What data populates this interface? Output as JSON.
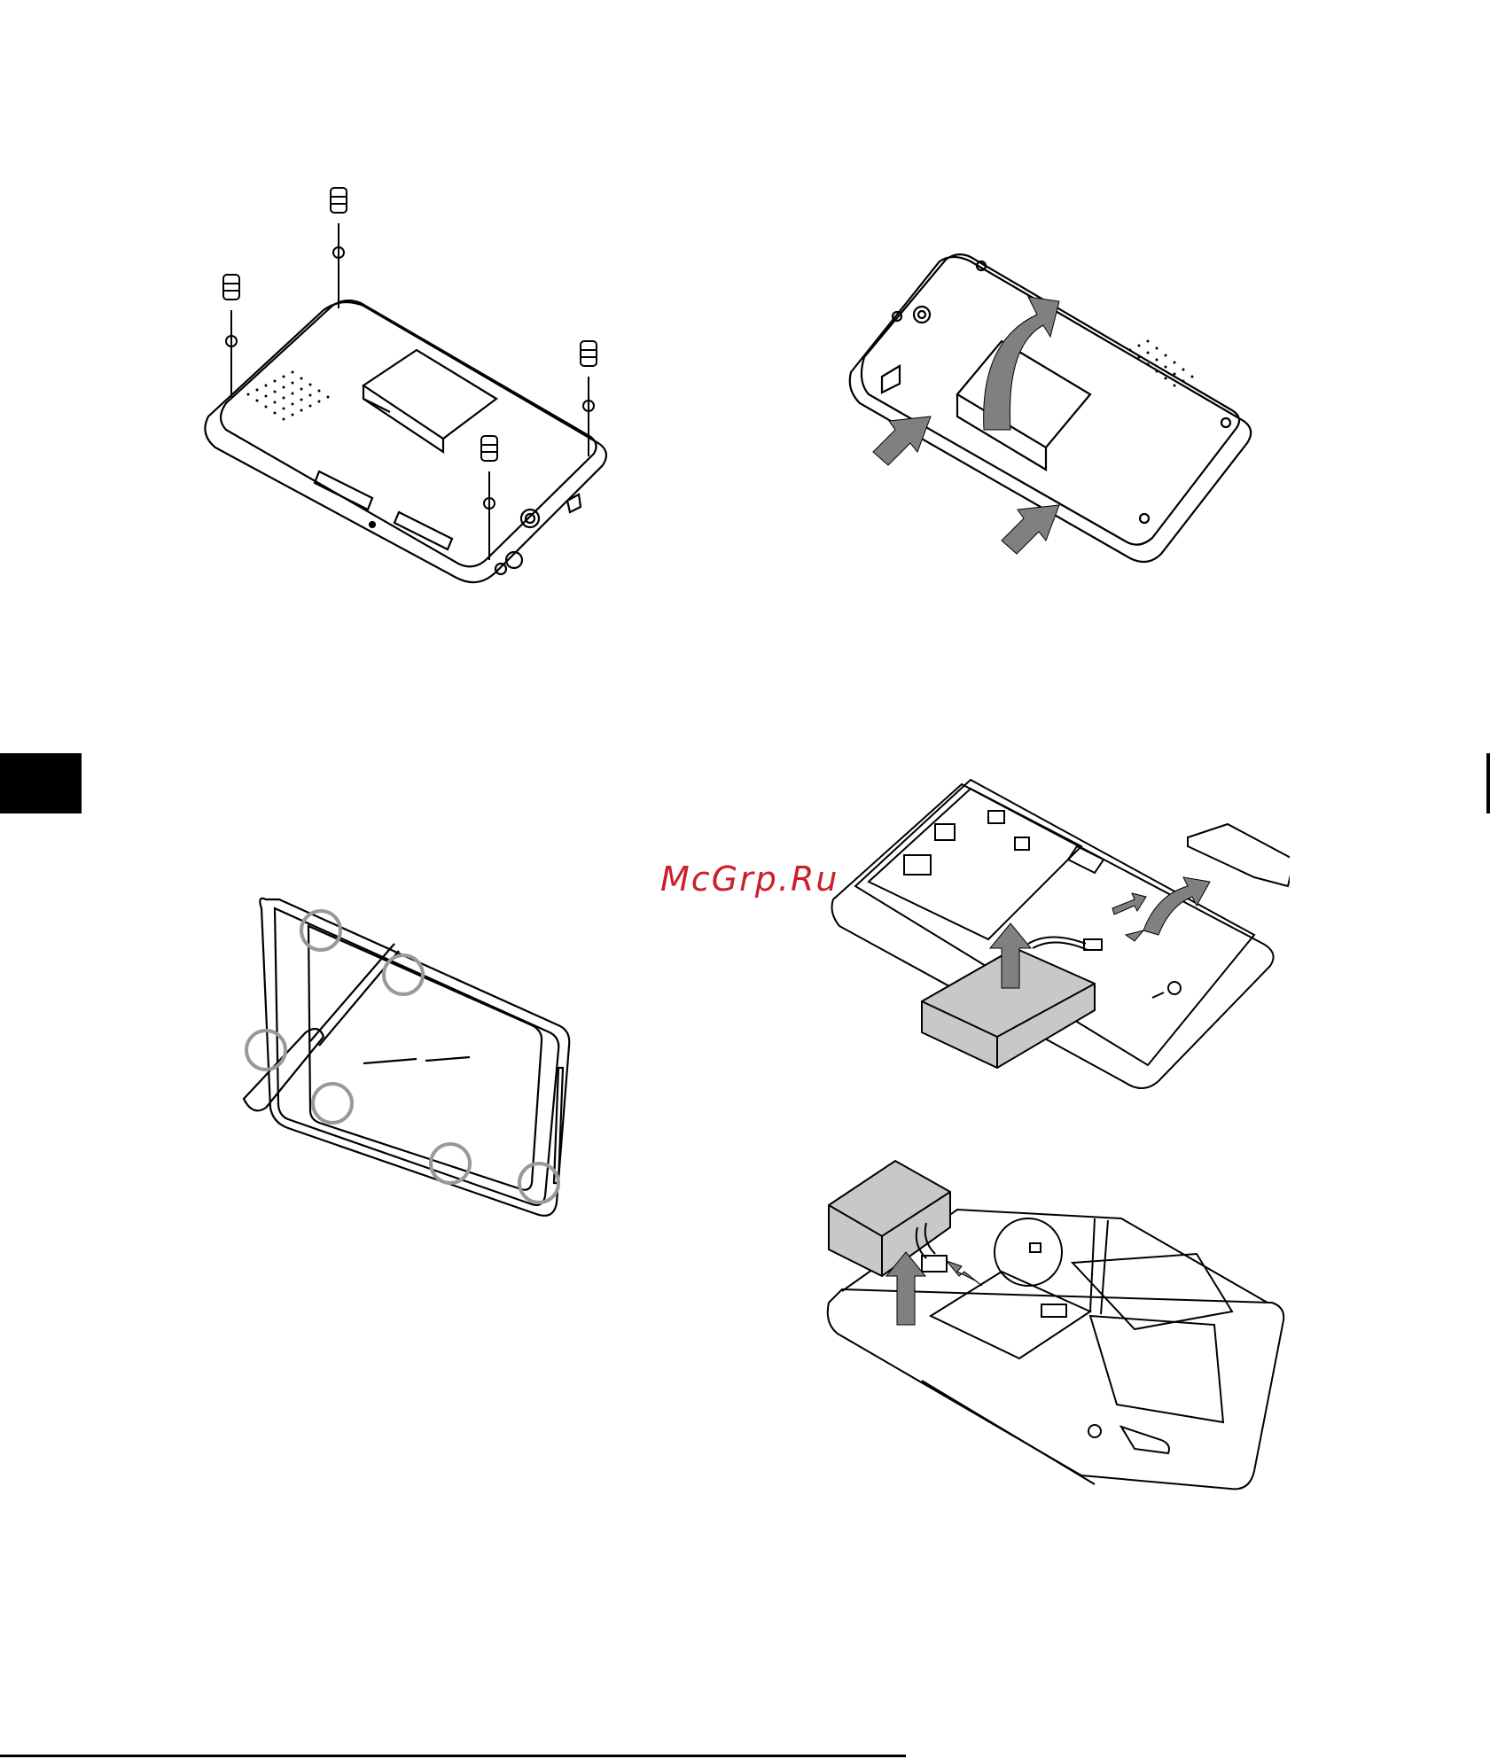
{
  "watermark": {
    "text": "McGrp.Ru"
  },
  "colors": {
    "line": "#000000",
    "arrow_fill": "#808080",
    "battery_fill": "#c8c8c8",
    "watermark": "#c9202c"
  },
  "figures": [
    {
      "name": "remove-screws-and-feet",
      "icon": "device-back-with-screws"
    },
    {
      "name": "slide-cover-off",
      "icon": "device-back-with-arrows"
    },
    {
      "name": "pry-front-bezel",
      "icon": "front-bezel-with-screwdriver"
    },
    {
      "name": "lift-battery-from-board",
      "icon": "circuit-board-battery"
    },
    {
      "name": "disconnect-battery-connector",
      "icon": "inner-case-battery"
    }
  ]
}
